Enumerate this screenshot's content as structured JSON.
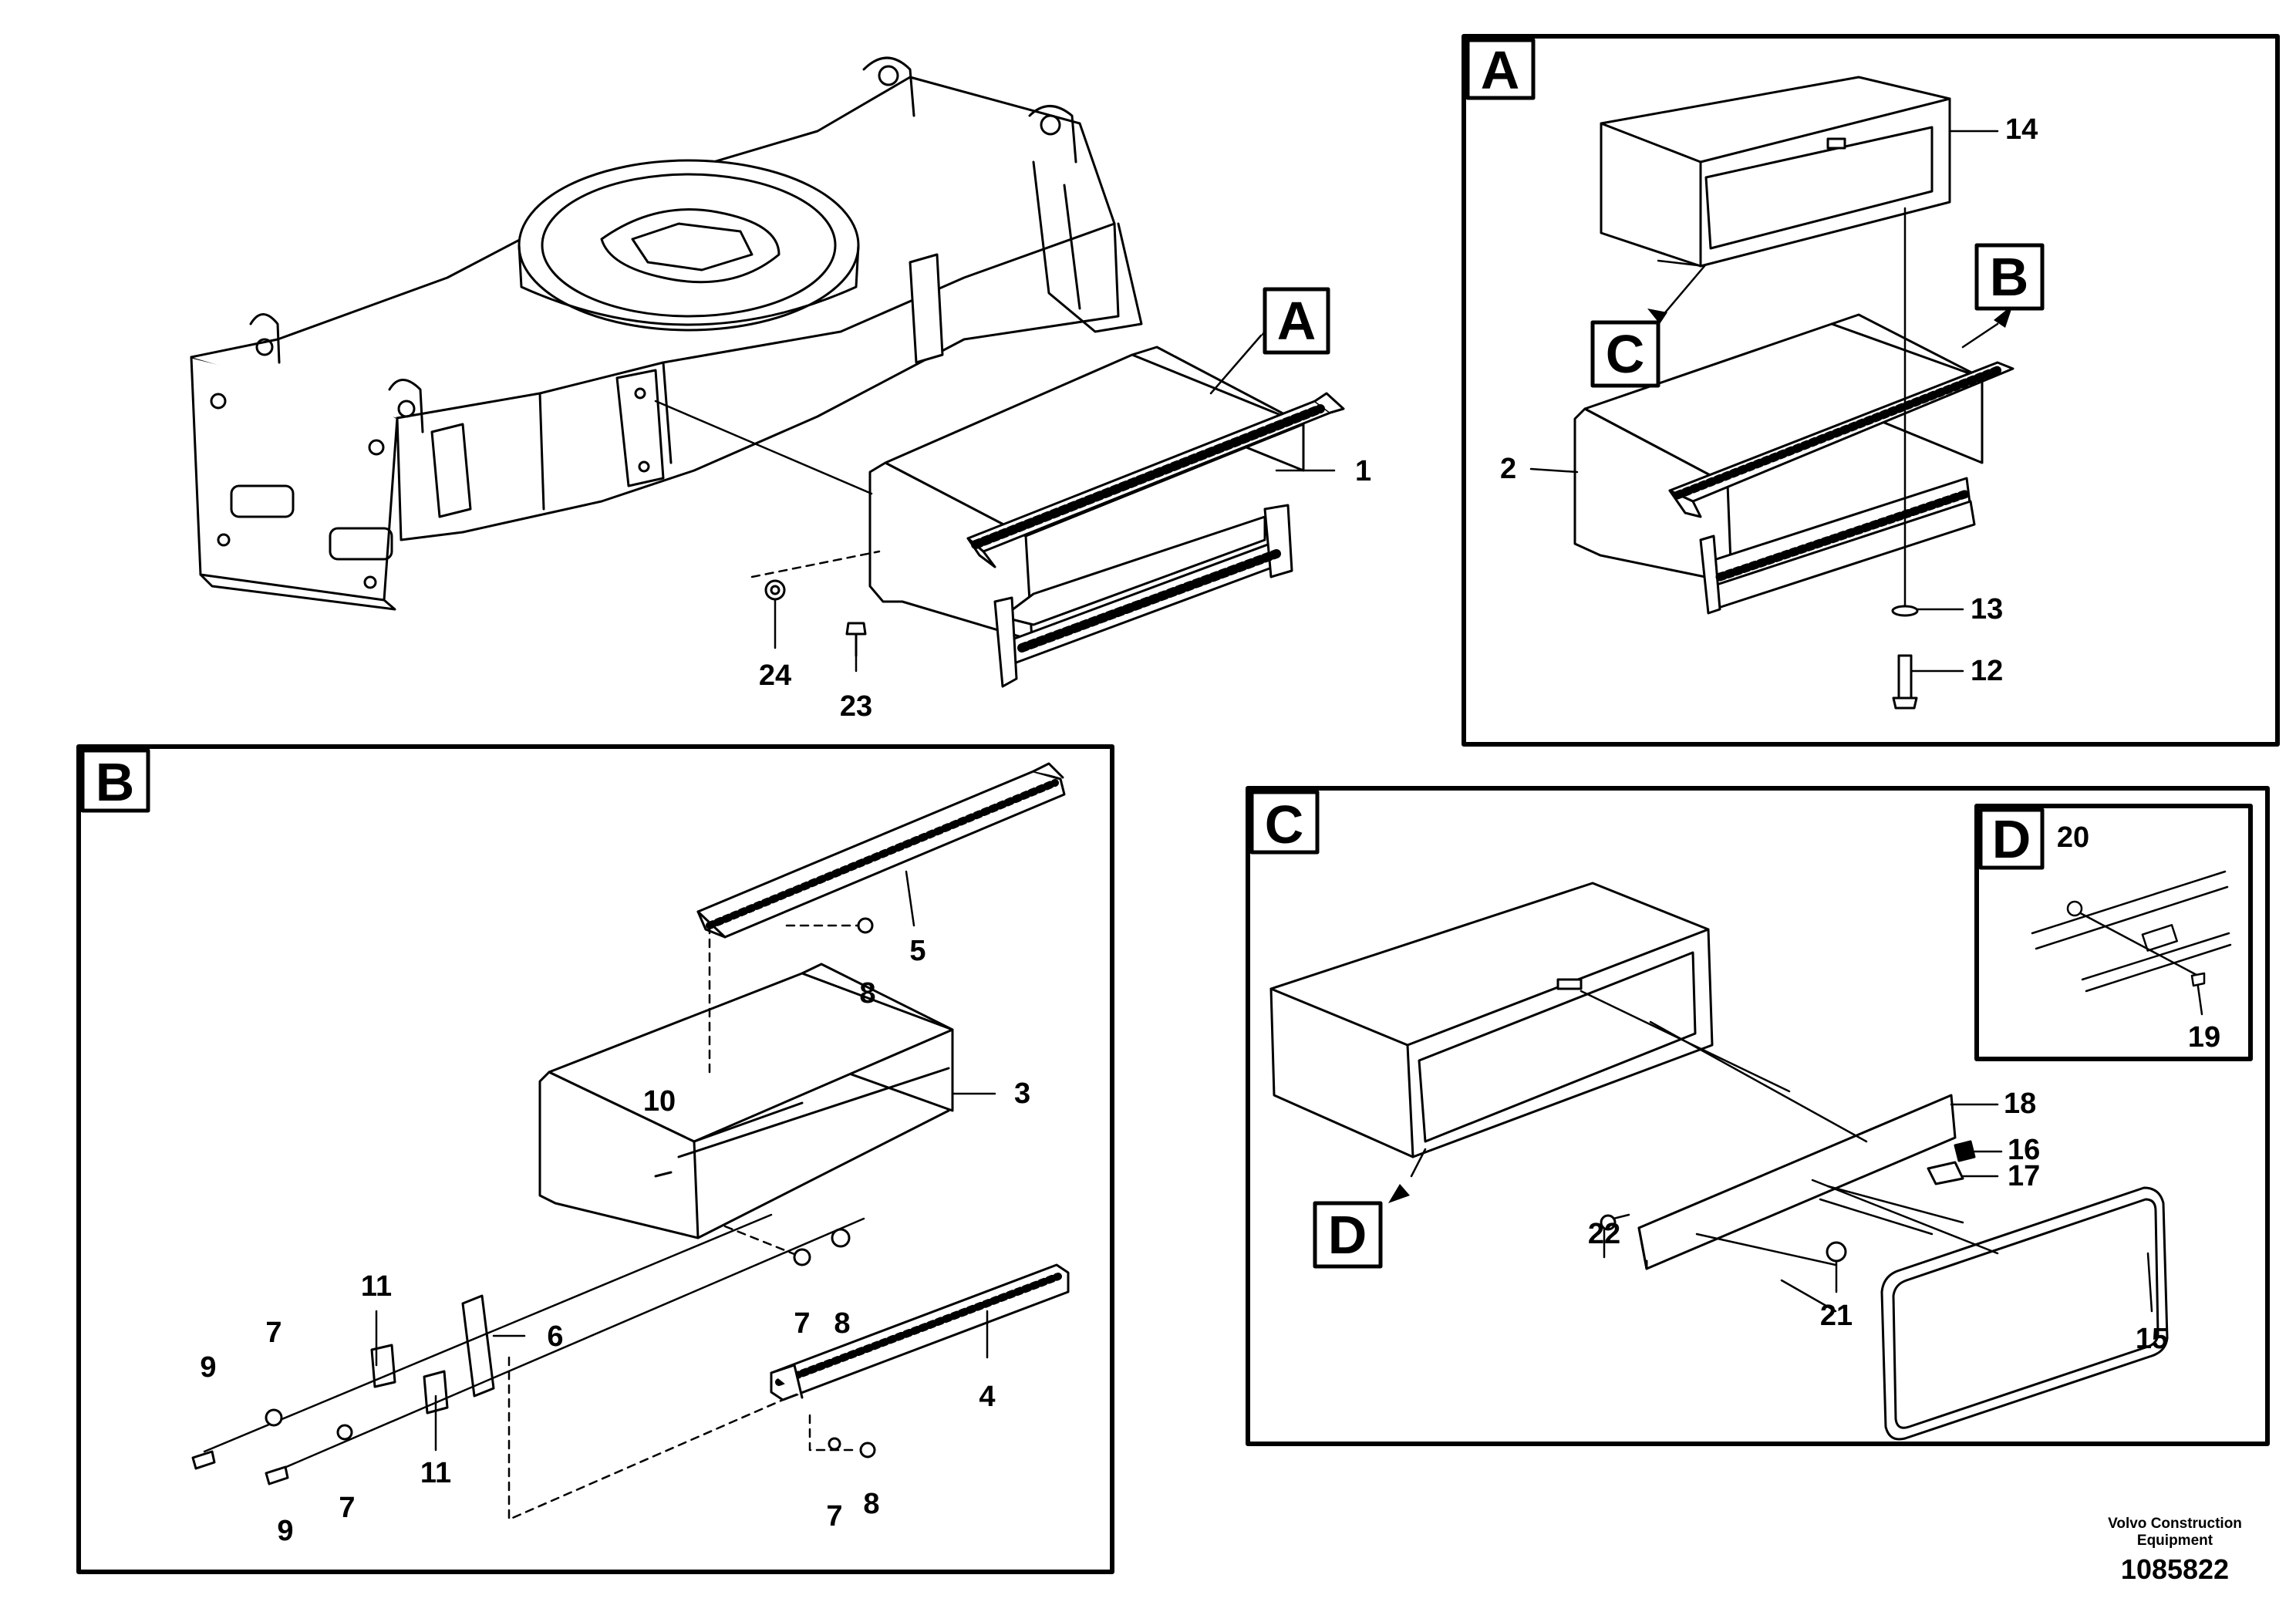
{
  "callouts": {
    "A": "A",
    "B": "B",
    "C": "C",
    "D": "D"
  },
  "panels": {
    "A": "A",
    "B": "B",
    "C": "C",
    "D": "D"
  },
  "parts": {
    "p1": "1",
    "p2": "2",
    "p3": "3",
    "p4": "4",
    "p5": "5",
    "p6": "6",
    "p7": "7",
    "p8": "8",
    "p9": "9",
    "p10": "10",
    "p11": "11",
    "p12": "12",
    "p13": "13",
    "p14": "14",
    "p15": "15",
    "p16": "16",
    "p17": "17",
    "p18": "18",
    "p19": "19",
    "p20": "20",
    "p21": "21",
    "p22": "22",
    "p23": "23",
    "p24": "24"
  },
  "footer": {
    "company_line1": "Volvo Construction",
    "company_line2": "Equipment",
    "drawing_number": "1085822"
  }
}
